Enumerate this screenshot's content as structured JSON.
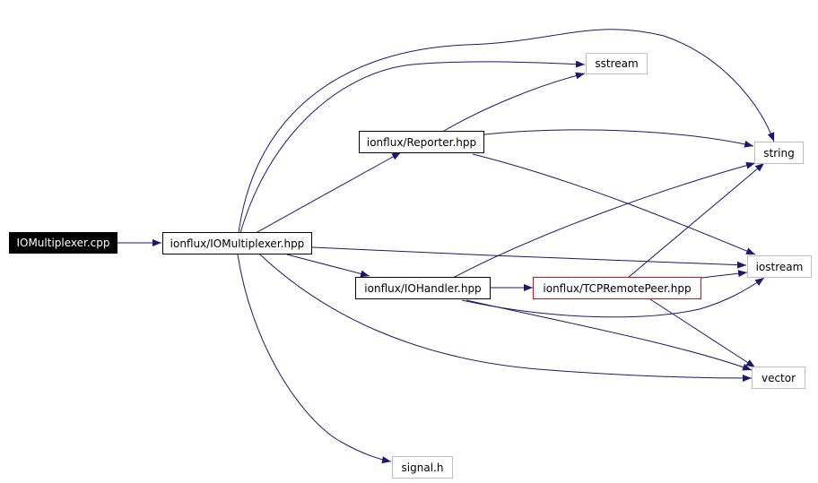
{
  "graph": {
    "nodes": {
      "iomultiplexer_cpp": {
        "label": "IOMultiplexer.cpp",
        "style": "root"
      },
      "iomultiplexer_hpp": {
        "label": "ionflux/IOMultiplexer.hpp",
        "style": "local"
      },
      "reporter_hpp": {
        "label": "ionflux/Reporter.hpp",
        "style": "local"
      },
      "iohandler_hpp": {
        "label": "ionflux/IOHandler.hpp",
        "style": "local"
      },
      "tcpremotepeer_hpp": {
        "label": "ionflux/TCPRemotePeer.hpp",
        "style": "highlight"
      },
      "sstream": {
        "label": "sstream",
        "style": "system"
      },
      "string": {
        "label": "string",
        "style": "system"
      },
      "iostream": {
        "label": "iostream",
        "style": "system"
      },
      "vector": {
        "label": "vector",
        "style": "system"
      },
      "signal_h": {
        "label": "signal.h",
        "style": "system"
      }
    },
    "edges": [
      {
        "from": "iomultiplexer_cpp",
        "to": "iomultiplexer_hpp"
      },
      {
        "from": "iomultiplexer_hpp",
        "to": "sstream"
      },
      {
        "from": "iomultiplexer_hpp",
        "to": "string"
      },
      {
        "from": "iomultiplexer_hpp",
        "to": "reporter_hpp"
      },
      {
        "from": "iomultiplexer_hpp",
        "to": "iostream"
      },
      {
        "from": "iomultiplexer_hpp",
        "to": "iohandler_hpp"
      },
      {
        "from": "iomultiplexer_hpp",
        "to": "vector"
      },
      {
        "from": "iomultiplexer_hpp",
        "to": "signal_h"
      },
      {
        "from": "reporter_hpp",
        "to": "sstream"
      },
      {
        "from": "reporter_hpp",
        "to": "string"
      },
      {
        "from": "reporter_hpp",
        "to": "iostream"
      },
      {
        "from": "iohandler_hpp",
        "to": "string"
      },
      {
        "from": "iohandler_hpp",
        "to": "tcpremotepeer_hpp"
      },
      {
        "from": "iohandler_hpp",
        "to": "iostream"
      },
      {
        "from": "iohandler_hpp",
        "to": "vector"
      },
      {
        "from": "tcpremotepeer_hpp",
        "to": "string"
      },
      {
        "from": "tcpremotepeer_hpp",
        "to": "iostream"
      },
      {
        "from": "tcpremotepeer_hpp",
        "to": "vector"
      }
    ],
    "colors": {
      "edge": "#191970",
      "root_fill": "#000000",
      "system_border": "#bfbfbf",
      "highlight_border": "#ff0000"
    }
  }
}
